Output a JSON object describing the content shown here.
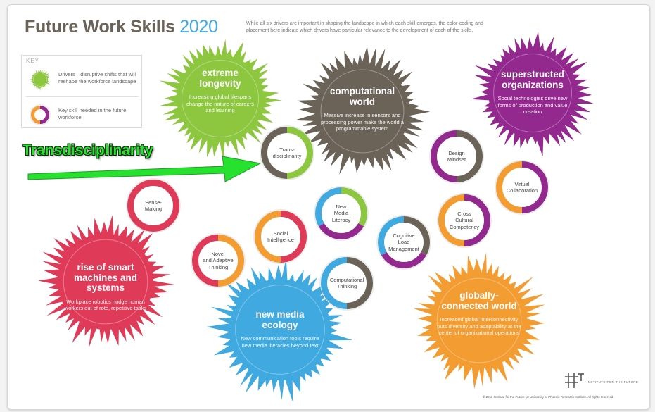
{
  "header": {
    "title_main": "Future Work Skills ",
    "title_year": "2020",
    "intro": "While all six drivers are important in shaping the landscape in which each skill emerges, the color-coding and placement here indicate which drivers have particular relevance to the development of each of the skills."
  },
  "key": {
    "title": "KEY",
    "driver_text": "Drivers—disruptive shifts that will reshape the workforce landscape",
    "skill_text": "Key skill needed in the future workforce"
  },
  "colors": {
    "green": "#8dc63f",
    "brown": "#6b6258",
    "purple": "#93288e",
    "red": "#df3a57",
    "blue": "#3fa9e0",
    "orange": "#f39c32",
    "callout": "#26e12d"
  },
  "drivers": [
    {
      "id": "extreme-longevity",
      "title": "extreme\nlongevity",
      "desc": "Increasing global lifespans change the nature of careers and learning",
      "color": "green"
    },
    {
      "id": "computational-world",
      "title": "computational\nworld",
      "desc": "Massive increase in sensors and processing power make the world a programmable system",
      "color": "brown"
    },
    {
      "id": "superstructed-organizations",
      "title": "superstructed\norganizations",
      "desc": "Social technologies drive new forms of production and value creation",
      "color": "purple"
    },
    {
      "id": "smart-machines",
      "title": "rise of smart\nmachines and\nsystems",
      "desc": "Workplace robotics nudge human workers out of rote, repetitive tasks",
      "color": "red"
    },
    {
      "id": "new-media-ecology",
      "title": "new media\necology",
      "desc": "New communication tools require new media literacies beyond text",
      "color": "blue"
    },
    {
      "id": "globally-connected-world",
      "title": "globally-\nconnected world",
      "desc": "Increased global interconnectivity puts diversity and adaptability at the center of organizational operations",
      "color": "orange"
    }
  ],
  "skills": [
    {
      "id": "transdisciplinarity",
      "label": "Trans-\ndisciplinarity",
      "colors": [
        "green",
        "brown"
      ]
    },
    {
      "id": "sense-making",
      "label": "Sense-\nMaking",
      "colors": [
        "red",
        "red"
      ]
    },
    {
      "id": "social-intelligence",
      "label": "Social\nIntelligence",
      "colors": [
        "red",
        "orange"
      ]
    },
    {
      "id": "novel-adaptive-thinking",
      "label": "Novel\nand Adaptive\nThinking",
      "colors": [
        "orange",
        "red"
      ]
    },
    {
      "id": "new-media-literacy",
      "label": "New\nMedia\nLiteracy",
      "colors": [
        "green",
        "purple",
        "blue"
      ]
    },
    {
      "id": "computational-thinking",
      "label": "Computational\nThinking",
      "colors": [
        "brown",
        "blue"
      ]
    },
    {
      "id": "cognitive-load-management",
      "label": "Cognitive\nLoad\nManagement",
      "colors": [
        "brown",
        "purple",
        "blue"
      ]
    },
    {
      "id": "design-mindset",
      "label": "Design\nMindset",
      "colors": [
        "brown",
        "purple"
      ]
    },
    {
      "id": "cross-cultural-competency",
      "label": "Cross\nCultural\nCompetency",
      "colors": [
        "purple",
        "orange"
      ]
    },
    {
      "id": "virtual-collaboration",
      "label": "Virtual\nCollaboration",
      "colors": [
        "purple",
        "orange"
      ]
    }
  ],
  "annotation": {
    "callout_text": "Transdisciplinarity",
    "arrow_color": "#26e12d"
  },
  "footer": {
    "logo_text": "INSTITUTE FOR THE FUTURE",
    "copyright": "© 2011 Institute for the Future for University of Phoenix Research Institute. All rights reserved."
  }
}
